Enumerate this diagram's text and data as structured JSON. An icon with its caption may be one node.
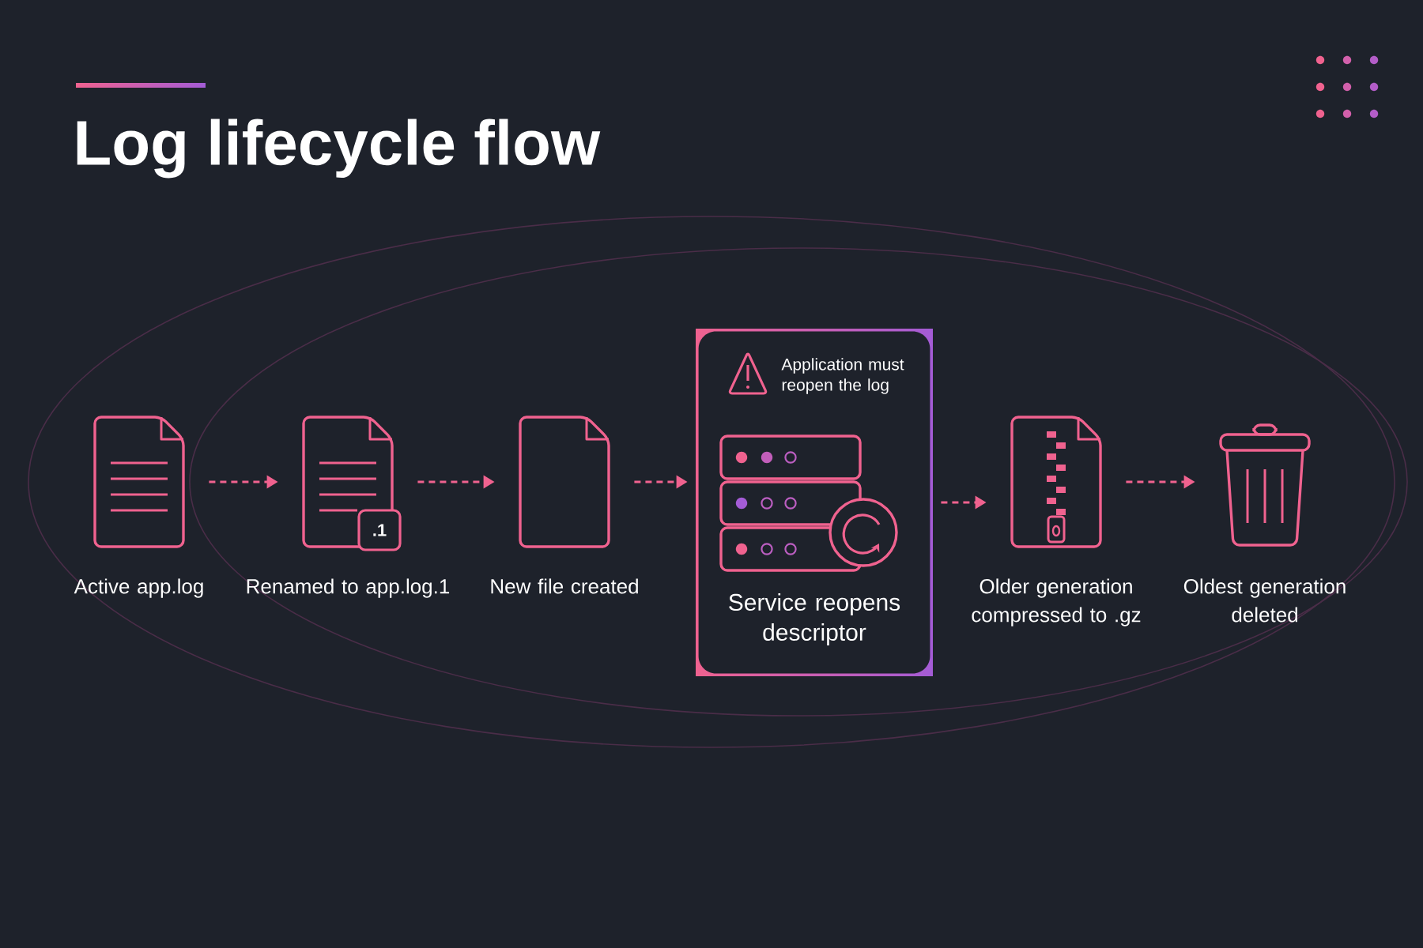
{
  "diagram": {
    "title": "Log lifecycle flow",
    "nodes": [
      {
        "text": [
          "Active app.log"
        ]
      },
      {
        "text": [
          "Renamed to app.log.1"
        ]
      },
      {
        "text": [
          "New file created"
        ]
      },
      {
        "text": [
          "Application must reopen the log",
          "Service reopens descriptor"
        ]
      },
      {
        "text": [
          "Older generation compressed to .gz"
        ]
      },
      {
        "text": [
          "Oldest generation deleted"
        ]
      }
    ],
    "edges": [
      {
        "from": 0,
        "to": 1,
        "arrow": "to",
        "style": "dashed"
      },
      {
        "from": 1,
        "to": 2,
        "arrow": "to",
        "style": "dashed"
      },
      {
        "from": 2,
        "to": 3,
        "arrow": "to",
        "style": "dashed"
      },
      {
        "from": 3,
        "to": 4,
        "arrow": "to",
        "style": "dashed"
      },
      {
        "from": 4,
        "to": 5,
        "arrow": "to",
        "style": "dashed"
      }
    ],
    "labels": [
      ".1"
    ]
  }
}
